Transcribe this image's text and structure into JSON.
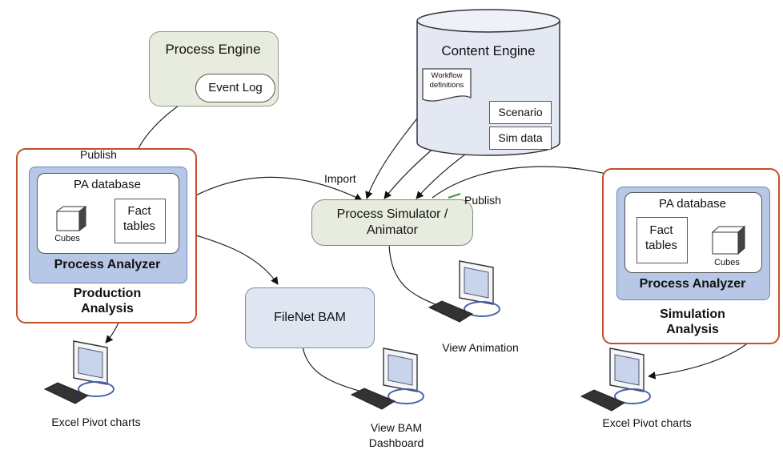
{
  "process_engine": {
    "title": "Process Engine",
    "event_log": "Event Log"
  },
  "content_engine": {
    "title": "Content Engine",
    "workflow_definitions": [
      "Workflow",
      "definitions"
    ],
    "scenario": "Scenario",
    "sim_data": "Sim data"
  },
  "production": {
    "pa_database": "PA database",
    "cubes": "Cubes",
    "fact_tables": [
      "Fact",
      "tables"
    ],
    "process_analyzer": "Process Analyzer",
    "title_lines": [
      "Production",
      "Analysis"
    ]
  },
  "simulation": {
    "pa_database": "PA database",
    "cubes": "Cubes",
    "fact_tables": [
      "Fact",
      "tables"
    ],
    "process_analyzer": "Process Analyzer",
    "title_lines": [
      "Simulation",
      "Analysis"
    ]
  },
  "simulator": {
    "lines": [
      "Process Simulator /",
      "Animator"
    ]
  },
  "bam": {
    "label": "FileNet BAM"
  },
  "edges": {
    "publish_top": "Publish",
    "import": "Import",
    "publish_right": "Publish"
  },
  "clients": {
    "excel_left": "Excel Pivot charts",
    "view_bam": [
      "View BAM",
      "Dashboard"
    ],
    "view_animation": "View Animation",
    "excel_right": "Excel Pivot charts"
  }
}
